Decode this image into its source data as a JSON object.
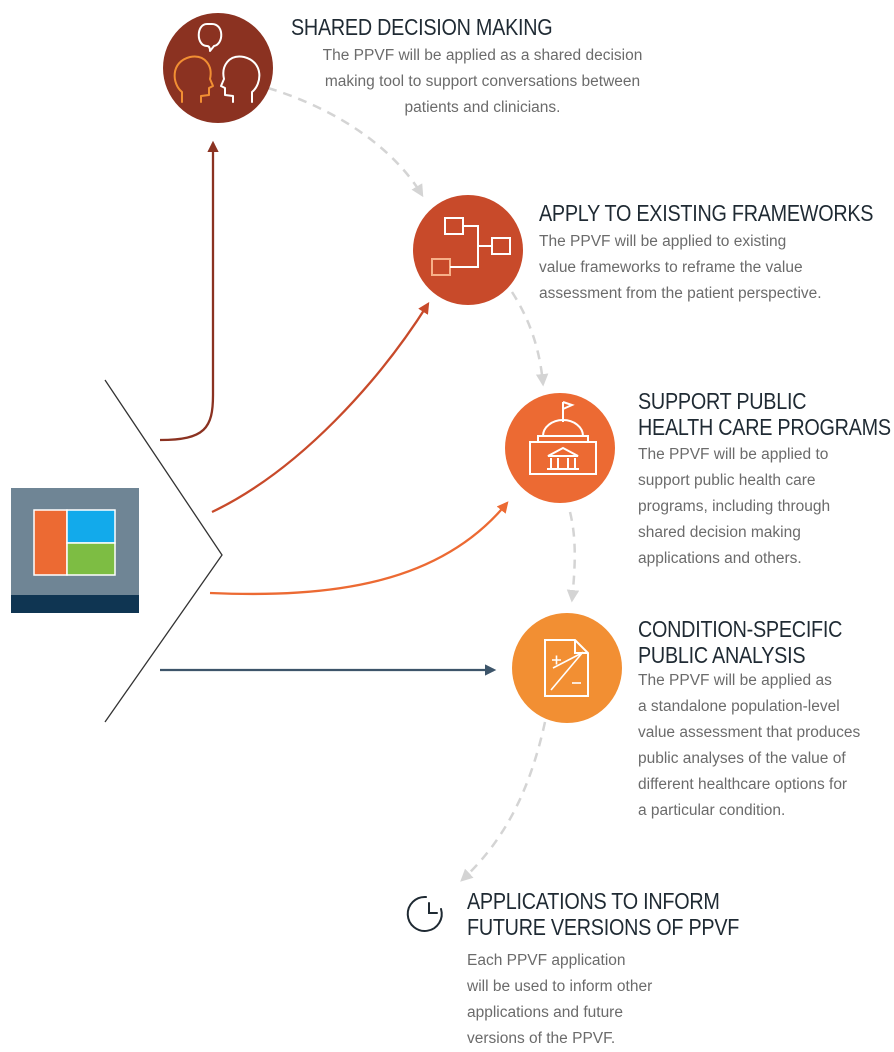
{
  "colors": {
    "shared": "#8b3221",
    "apply": "#c84a2a",
    "support": "#ec6a33",
    "condition": "#f28f33",
    "future": "#3d556a",
    "dashed": "#d4d4d4",
    "title": "#1f2a33",
    "body": "#6b6b6b"
  },
  "logo": {
    "colors": {
      "frame": "#6f8595",
      "bar": "#0f3552",
      "orange": "#ec6a33",
      "blue": "#12aaeb",
      "green": "#7dbd43"
    }
  },
  "nodes": {
    "shared": {
      "title": "SHARED DECISION MAKING",
      "lines": [
        "The PPVF will be applied as a shared decision",
        "making tool to support conversations between",
        "patients and clinicians."
      ],
      "icon": "two-heads-speech-icon"
    },
    "apply": {
      "title": "APPLY TO EXISTING FRAMEWORKS",
      "lines": [
        "The PPVF will be applied to existing",
        "value frameworks to reframe the value",
        "assessment from the patient perspective."
      ],
      "icon": "flowchart-icon"
    },
    "support": {
      "title_lines": [
        "SUPPORT PUBLIC",
        "HEALTH CARE PROGRAMS"
      ],
      "lines": [
        "The PPVF will be applied to",
        "support public health care",
        "programs, including through",
        "shared decision making",
        "applications and others."
      ],
      "icon": "capitol-building-icon"
    },
    "condition": {
      "title_lines": [
        "CONDITION-SPECIFIC",
        "PUBLIC ANALYSIS"
      ],
      "lines": [
        "The PPVF will be applied as",
        "a standalone population-level",
        "value assessment that produces",
        "public analyses of the value of",
        "different healthcare options for",
        "a particular condition."
      ],
      "icon": "document-plus-minus-icon"
    },
    "future": {
      "title_lines": [
        "APPLICATIONS TO INFORM",
        "FUTURE VERSIONS OF PPVF"
      ],
      "lines": [
        "Each PPVF application",
        "will be used to inform other",
        "applications and future",
        "versions of the PPVF."
      ],
      "icon": "clock-icon"
    }
  }
}
